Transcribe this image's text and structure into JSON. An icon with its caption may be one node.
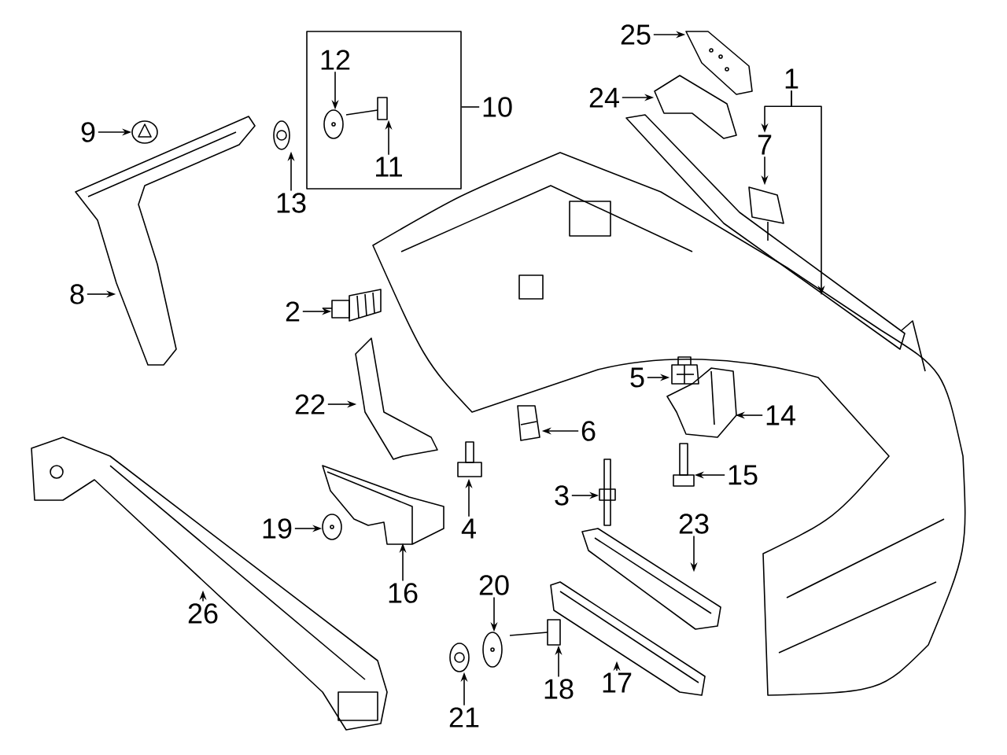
{
  "diagram": {
    "nodes": [
      {
        "text": [],
        "shape": "box"
      },
      {
        "text": [
          "1"
        ]
      },
      {
        "text": [
          "2"
        ]
      },
      {
        "text": [
          "3"
        ]
      },
      {
        "text": [
          "4"
        ]
      },
      {
        "text": [
          "5"
        ]
      },
      {
        "text": [
          "6"
        ]
      },
      {
        "text": [
          "7"
        ]
      },
      {
        "text": [
          "8"
        ]
      },
      {
        "text": [
          "9"
        ]
      },
      {
        "text": [
          "10"
        ]
      },
      {
        "text": [
          "11"
        ],
        "in": 0
      },
      {
        "text": [
          "12"
        ],
        "in": 0
      },
      {
        "text": [
          "13"
        ]
      },
      {
        "text": [
          "14"
        ]
      },
      {
        "text": [
          "15"
        ]
      },
      {
        "text": [
          "16"
        ]
      },
      {
        "text": [
          "17"
        ]
      },
      {
        "text": [
          "18"
        ]
      },
      {
        "text": [
          "19"
        ]
      },
      {
        "text": [
          "20"
        ]
      },
      {
        "text": [
          "21"
        ]
      },
      {
        "text": [
          "22"
        ]
      },
      {
        "text": [
          "23"
        ]
      },
      {
        "text": [
          "24"
        ]
      },
      {
        "text": [
          "25"
        ]
      },
      {
        "text": [
          "26"
        ]
      },
      {
        "text": [],
        "shape": "picture"
      },
      {
        "text": [],
        "shape": "picture"
      },
      {
        "text": [],
        "shape": "picture"
      },
      {
        "text": [],
        "shape": "picture"
      },
      {
        "text": [],
        "shape": "picture"
      },
      {
        "text": [],
        "shape": "picture"
      },
      {
        "text": [],
        "shape": "picture"
      },
      {
        "text": [],
        "shape": "picture"
      },
      {
        "text": [],
        "shape": "picture"
      },
      {
        "text": [],
        "shape": "picture",
        "in": 0
      },
      {
        "text": [],
        "shape": "picture",
        "in": 0
      },
      {
        "text": [],
        "shape": "picture"
      },
      {
        "text": [],
        "shape": "picture"
      },
      {
        "text": [],
        "shape": "picture"
      },
      {
        "text": [],
        "shape": "picture"
      },
      {
        "text": [],
        "shape": "picture"
      },
      {
        "text": [],
        "shape": "picture"
      },
      {
        "text": [],
        "shape": "picture"
      },
      {
        "text": [],
        "shape": "picture"
      },
      {
        "text": [],
        "shape": "picture"
      },
      {
        "text": [],
        "shape": "picture"
      },
      {
        "text": [],
        "shape": "picture"
      },
      {
        "text": [],
        "shape": "picture"
      },
      {
        "text": [],
        "shape": "picture"
      },
      {
        "text": [],
        "shape": "picture"
      }
    ],
    "edges": [
      {
        "from": 1,
        "to": 27,
        "arrow": "to"
      },
      {
        "from": 1,
        "to": 7,
        "arrow": "to"
      },
      {
        "from": 2,
        "to": 28,
        "arrow": "to"
      },
      {
        "from": 3,
        "to": 29,
        "arrow": "to"
      },
      {
        "from": 4,
        "to": 30,
        "arrow": "to"
      },
      {
        "from": 5,
        "to": 31,
        "arrow": "to"
      },
      {
        "from": 6,
        "to": 32,
        "arrow": "to"
      },
      {
        "from": 7,
        "to": 33,
        "arrow": "to"
      },
      {
        "from": 8,
        "to": 34,
        "arrow": "to"
      },
      {
        "from": 9,
        "to": 35,
        "arrow": "to"
      },
      {
        "from": 10,
        "to": 0,
        "arrow": "none"
      },
      {
        "from": 11,
        "to": 37,
        "arrow": "to"
      },
      {
        "from": 12,
        "to": 36,
        "arrow": "to"
      },
      {
        "from": 13,
        "to": 38,
        "arrow": "to"
      },
      {
        "from": 14,
        "to": 39,
        "arrow": "to"
      },
      {
        "from": 15,
        "to": 40,
        "arrow": "to"
      },
      {
        "from": 16,
        "to": 41,
        "arrow": "to"
      },
      {
        "from": 17,
        "to": 42,
        "arrow": "to"
      },
      {
        "from": 18,
        "to": 43,
        "arrow": "to"
      },
      {
        "from": 19,
        "to": 44,
        "arrow": "to"
      },
      {
        "from": 20,
        "to": 45,
        "arrow": "to"
      },
      {
        "from": 21,
        "to": 46,
        "arrow": "to"
      },
      {
        "from": 22,
        "to": 47,
        "arrow": "to"
      },
      {
        "from": 23,
        "to": 48,
        "arrow": "to"
      },
      {
        "from": 24,
        "to": 49,
        "arrow": "to"
      },
      {
        "from": 25,
        "to": 50,
        "arrow": "to"
      },
      {
        "from": 26,
        "to": 51,
        "arrow": "to"
      }
    ]
  }
}
